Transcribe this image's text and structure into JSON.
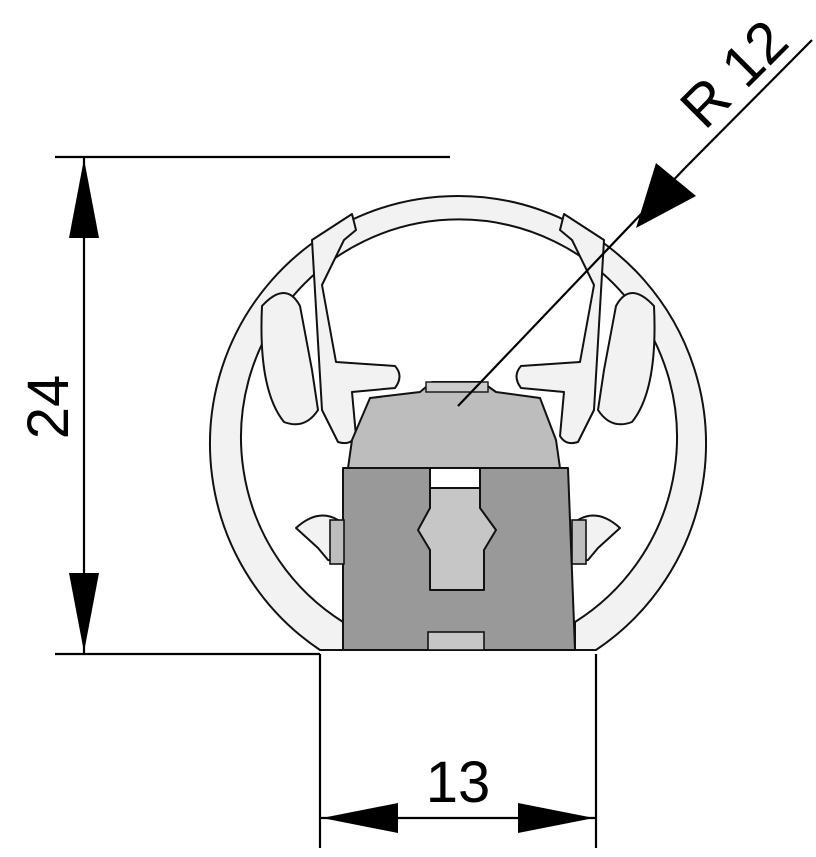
{
  "dimensions": {
    "height_label": "24",
    "width_label": "13",
    "radius_label": "R 12"
  },
  "colors": {
    "profile_fill": "#f2f2f2",
    "insert_top_fill": "#bdbdbd",
    "insert_body_fill": "#999999",
    "insert_slot_fill": "#c6c6c6",
    "line": "#000000"
  }
}
